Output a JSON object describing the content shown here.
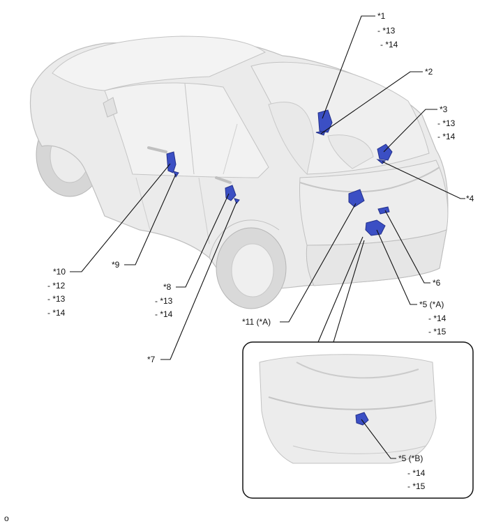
{
  "callouts": [
    {
      "id": "c1",
      "label": "*1"
    },
    {
      "id": "c1a",
      "label": "- *13"
    },
    {
      "id": "c1b",
      "label": "- *14"
    },
    {
      "id": "c2",
      "label": "*2"
    },
    {
      "id": "c3",
      "label": "*3"
    },
    {
      "id": "c3a",
      "label": "- *13"
    },
    {
      "id": "c3b",
      "label": "- *14"
    },
    {
      "id": "c4",
      "label": "*4"
    },
    {
      "id": "c6",
      "label": "*6"
    },
    {
      "id": "c5",
      "label": "*5 (*A)"
    },
    {
      "id": "c5a",
      "label": "- *14"
    },
    {
      "id": "c5b",
      "label": "- *15"
    },
    {
      "id": "c11",
      "label": "*11 (*A)"
    },
    {
      "id": "c10",
      "label": "*10"
    },
    {
      "id": "c10a",
      "label": "- *12"
    },
    {
      "id": "c10b",
      "label": "- *13"
    },
    {
      "id": "c10c",
      "label": "- *14"
    },
    {
      "id": "c9",
      "label": "*9"
    },
    {
      "id": "c8",
      "label": "*8"
    },
    {
      "id": "c8a",
      "label": "- *13"
    },
    {
      "id": "c8b",
      "label": "- *14"
    },
    {
      "id": "c7",
      "label": "*7"
    },
    {
      "id": "c5B",
      "label": "*5 (*B)"
    },
    {
      "id": "c5Ba",
      "label": "- *14"
    },
    {
      "id": "c5Bb",
      "label": "- *15"
    }
  ],
  "corner_mark": "o",
  "colors": {
    "part": "#3b4fc4",
    "part_dark": "#23308a",
    "body": "#e8e8e8",
    "outline": "#b9b9b9"
  }
}
